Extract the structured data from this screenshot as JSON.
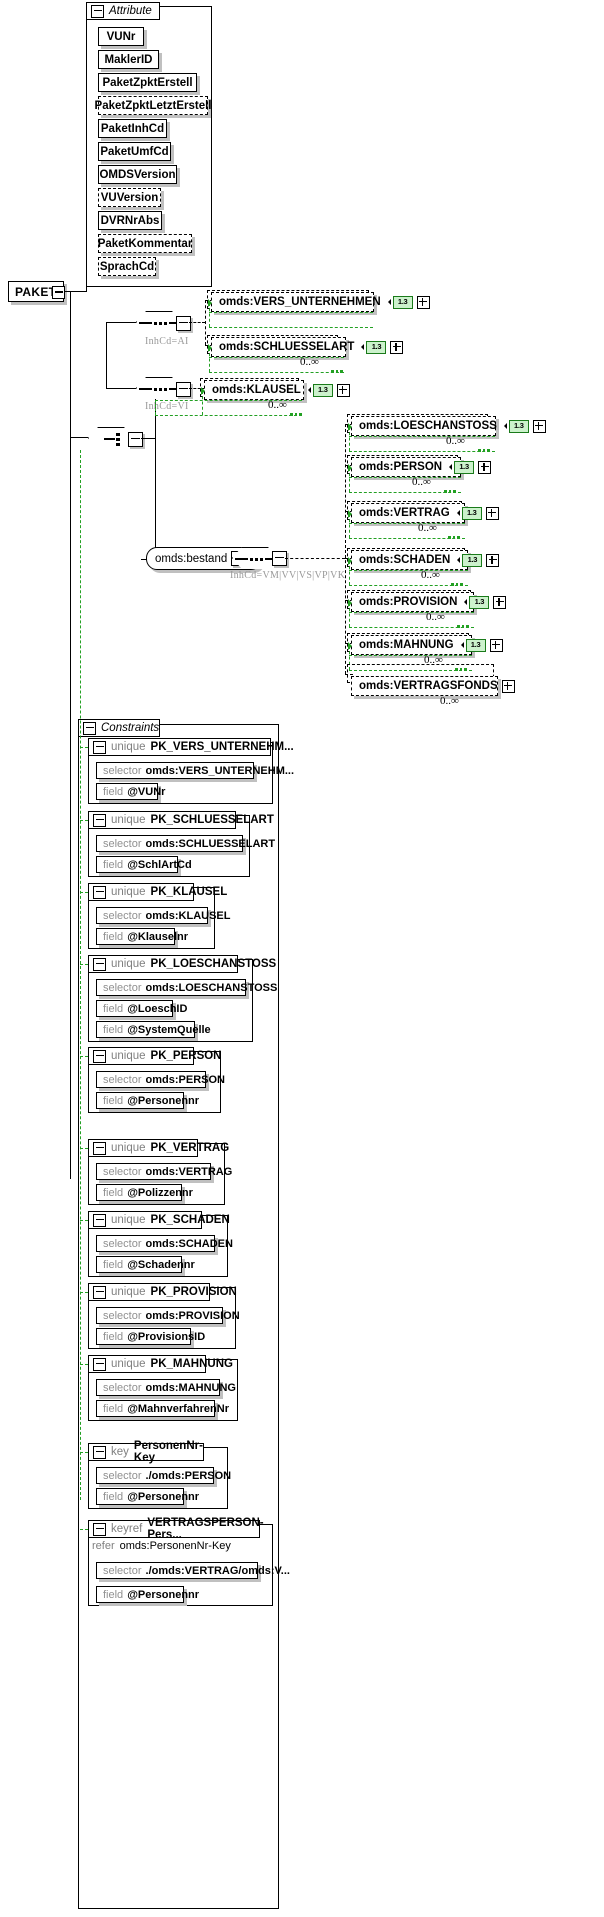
{
  "diagram": {
    "type": "xsd-schema-diagram",
    "root_element": {
      "name": "PAKET",
      "icon": "minus-box"
    }
  },
  "attribute_group": {
    "title": "Attribute",
    "icon": "collapse-icon",
    "attributes": [
      {
        "name": "VUNr",
        "required": true
      },
      {
        "name": "MaklerID",
        "required": true
      },
      {
        "name": "PaketZpktErstell",
        "required": true
      },
      {
        "name": "PaketZpktLetztErstell",
        "required": false
      },
      {
        "name": "PaketInhCd",
        "required": true
      },
      {
        "name": "PaketUmfCd",
        "required": true
      },
      {
        "name": "OMDSVersion",
        "required": true
      },
      {
        "name": "VUVersion",
        "required": false
      },
      {
        "name": "DVRNrAbs",
        "required": true
      },
      {
        "name": "PaketKommentar",
        "required": false
      },
      {
        "name": "SprachCd",
        "required": false
      }
    ]
  },
  "content_model": {
    "branches": [
      {
        "compositor": "sequence",
        "annotation": "InhCd=AI",
        "elements": [
          {
            "name": "omds:VERS_UNTERNEHMEN",
            "badge": "1.3",
            "expand": "plus",
            "occurs": ""
          },
          {
            "name": "omds:SCHLUESSELART",
            "badge": "1.3",
            "expand": "plus",
            "occurs": "0..∞"
          }
        ]
      },
      {
        "compositor": "sequence",
        "annotation": "InhCd=VI",
        "elements": [
          {
            "name": "omds:KLAUSEL",
            "badge": "1.3",
            "expand": "plus",
            "occurs": "0..∞"
          }
        ]
      }
    ],
    "choice": {
      "compositor": "choice"
    },
    "bestand": {
      "name": "omds:bestand",
      "compositor": "sequence",
      "annotation": "InhCd=VM|VV|VS|VP|VK",
      "elements": [
        {
          "name": "omds:LOESCHANSTOSS",
          "badge": "1.3",
          "expand": "plus",
          "occurs": "0..∞"
        },
        {
          "name": "omds:PERSON",
          "badge": "1.3",
          "expand": "plus",
          "occurs": "0..∞"
        },
        {
          "name": "omds:VERTRAG",
          "badge": "1.3",
          "expand": "plus",
          "occurs": "0..∞"
        },
        {
          "name": "omds:SCHADEN",
          "badge": "1.3",
          "expand": "plus",
          "occurs": "0..∞"
        },
        {
          "name": "omds:PROVISION",
          "badge": "1.3",
          "expand": "plus",
          "occurs": "0..∞"
        },
        {
          "name": "omds:MAHNUNG",
          "badge": "1.3",
          "expand": "plus",
          "occurs": "0..∞"
        },
        {
          "name": "omds:VERTRAGSFONDS",
          "badge": "",
          "expand": "plus",
          "occurs": "0..∞"
        }
      ]
    }
  },
  "constraints_group": {
    "title": "Constraints",
    "icon": "collapse-icon",
    "items": [
      {
        "kind": "unique",
        "name": "PK_VERS_UNTERNEHM...",
        "selector_label": "selector",
        "selector": "omds:VERS_UNTERNEHM...",
        "fields": [
          {
            "label": "field",
            "value": "@VUNr"
          }
        ]
      },
      {
        "kind": "unique",
        "name": "PK_SCHLUESSELART",
        "selector_label": "selector",
        "selector": "omds:SCHLUESSELART",
        "fields": [
          {
            "label": "field",
            "value": "@SchlArtCd"
          }
        ]
      },
      {
        "kind": "unique",
        "name": "PK_KLAUSEL",
        "selector_label": "selector",
        "selector": "omds:KLAUSEL",
        "fields": [
          {
            "label": "field",
            "value": "@Klauselnr"
          }
        ]
      },
      {
        "kind": "unique",
        "name": "PK_LOESCHANSTOSS",
        "selector_label": "selector",
        "selector": "omds:LOESCHANSTOSS",
        "fields": [
          {
            "label": "field",
            "value": "@LoeschID"
          },
          {
            "label": "field",
            "value": "@SystemQuelle"
          }
        ]
      },
      {
        "kind": "unique",
        "name": "PK_PERSON",
        "selector_label": "selector",
        "selector": "omds:PERSON",
        "fields": [
          {
            "label": "field",
            "value": "@Personennr"
          }
        ]
      },
      {
        "kind": "unique",
        "name": "PK_VERTRAG",
        "selector_label": "selector",
        "selector": "omds:VERTRAG",
        "fields": [
          {
            "label": "field",
            "value": "@Polizzennr"
          }
        ]
      },
      {
        "kind": "unique",
        "name": "PK_SCHADEN",
        "selector_label": "selector",
        "selector": "omds:SCHADEN",
        "fields": [
          {
            "label": "field",
            "value": "@Schadennr"
          }
        ]
      },
      {
        "kind": "unique",
        "name": "PK_PROVISION",
        "selector_label": "selector",
        "selector": "omds:PROVISION",
        "fields": [
          {
            "label": "field",
            "value": "@ProvisionsID"
          }
        ]
      },
      {
        "kind": "unique",
        "name": "PK_MAHNUNG",
        "selector_label": "selector",
        "selector": "omds:MAHNUNG",
        "fields": [
          {
            "label": "field",
            "value": "@MahnverfahrenNr"
          }
        ]
      },
      {
        "kind": "key",
        "name": "PersonenNr-Key",
        "selector_label": "selector",
        "selector": "./omds:PERSON",
        "fields": [
          {
            "label": "field",
            "value": "@Personennr"
          }
        ]
      },
      {
        "kind": "keyref",
        "name": "VERTRAGSPERSON-Pers...",
        "refer_label": "refer",
        "refer": "omds:PersonenNr-Key",
        "selector_label": "selector",
        "selector": "./omds:VERTRAG/omds:V...",
        "fields": [
          {
            "label": "field",
            "value": "@Personennr"
          }
        ]
      }
    ]
  },
  "colors": {
    "badge_bg": "#ccf2cc",
    "badge_border": "#1a7a1a",
    "green_link": "#22a022",
    "shadow": "#c0c0c0",
    "muted_text": "#909090"
  }
}
